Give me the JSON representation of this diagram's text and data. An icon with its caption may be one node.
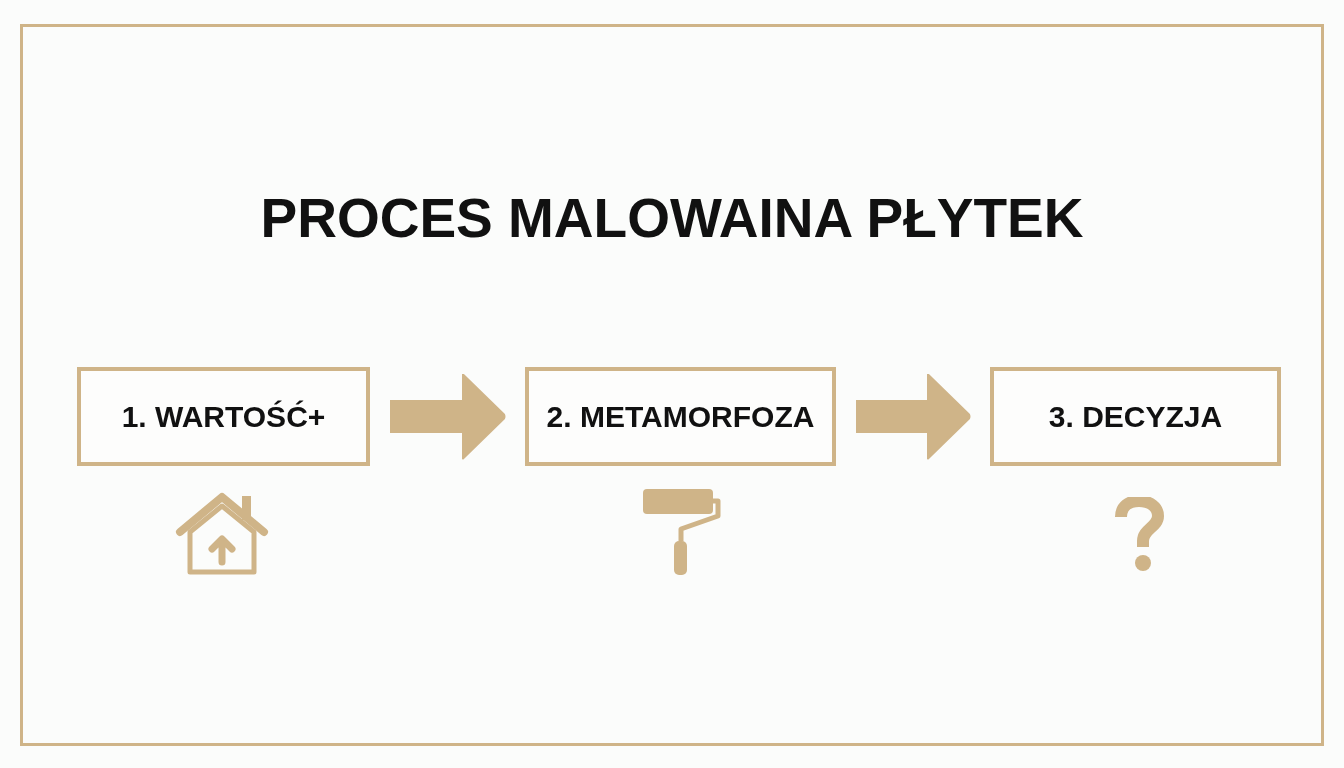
{
  "diagram": {
    "title": "PROCES MALOWAINA PŁYTEK",
    "nodes": [
      {
        "text": [
          "1. WARTOŚĆ+"
        ]
      },
      {
        "text": [
          "2. METAMORFOZA"
        ]
      },
      {
        "text": [
          "3. DECYZJA"
        ]
      }
    ],
    "edges": [
      {
        "from": 0,
        "to": 1,
        "arrow": "to"
      },
      {
        "from": 1,
        "to": 2,
        "arrow": "to"
      }
    ]
  }
}
